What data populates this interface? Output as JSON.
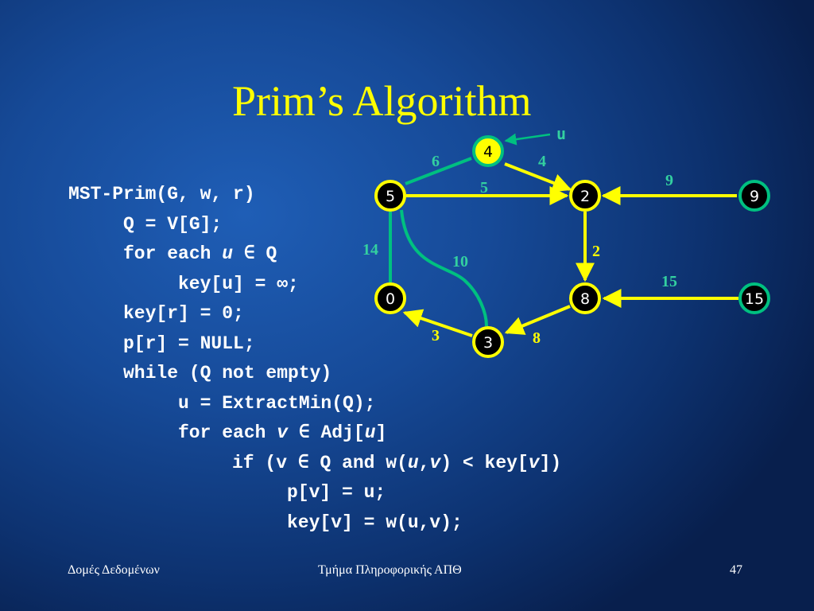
{
  "slide": {
    "title": "Prim’s Algorithm",
    "colors": {
      "title": "#ffff00",
      "code_text": "#ffffff",
      "tree_edge": "#ffff00",
      "other_edge": "#00c080",
      "weight_label": "#33d0a0",
      "node_fill": "#000000",
      "extracted_node_fill": "#ffff00"
    },
    "code": {
      "l1": "MST-Prim(G, w, r)",
      "l2": "Q = V[G];",
      "l3a": "for each ",
      "l3b": "u",
      "l3c": " ∈ Q",
      "l4": "key[u] = ∞;",
      "l5": "key[r] = 0;",
      "l6": "p[r] = NULL;",
      "l7": "while (Q not empty)",
      "l8": "u = ExtractMin(Q);",
      "l9a": "for each ",
      "l9b": "v",
      "l9c": " ∈ Adj[",
      "l9d": "u",
      "l9e": "]",
      "l10a": "if (v ∈ Q and w(",
      "l10b": "u",
      "l10c": ",",
      "l10d": "v",
      "l10e": ") < key[",
      "l10f": "v",
      "l10g": "])",
      "l11": "p[v] = u;",
      "l12": "key[v] = w(u,v);"
    },
    "graph": {
      "pointer_label": "u",
      "nodes": [
        {
          "id": "n4",
          "label": "4",
          "extracted": true
        },
        {
          "id": "n5",
          "label": "5"
        },
        {
          "id": "n2",
          "label": "2"
        },
        {
          "id": "n9",
          "label": "9"
        },
        {
          "id": "n0",
          "label": "0"
        },
        {
          "id": "n8",
          "label": "8"
        },
        {
          "id": "n15",
          "label": "15"
        },
        {
          "id": "n3",
          "label": "3"
        }
      ],
      "weights": {
        "w_5_4": "6",
        "w_4_2": "4",
        "w_5_2": "5",
        "w_9_2": "9",
        "w_5_0": "14",
        "w_5_3": "10",
        "w_2_8": "2",
        "w_15_8": "15",
        "w_3_0": "3",
        "w_8_3": "8"
      }
    },
    "footer": {
      "left": "Δομές Δεδομένων",
      "center": "Τμήμα Πληροφορικής ΑΠΘ",
      "page": "47"
    }
  }
}
